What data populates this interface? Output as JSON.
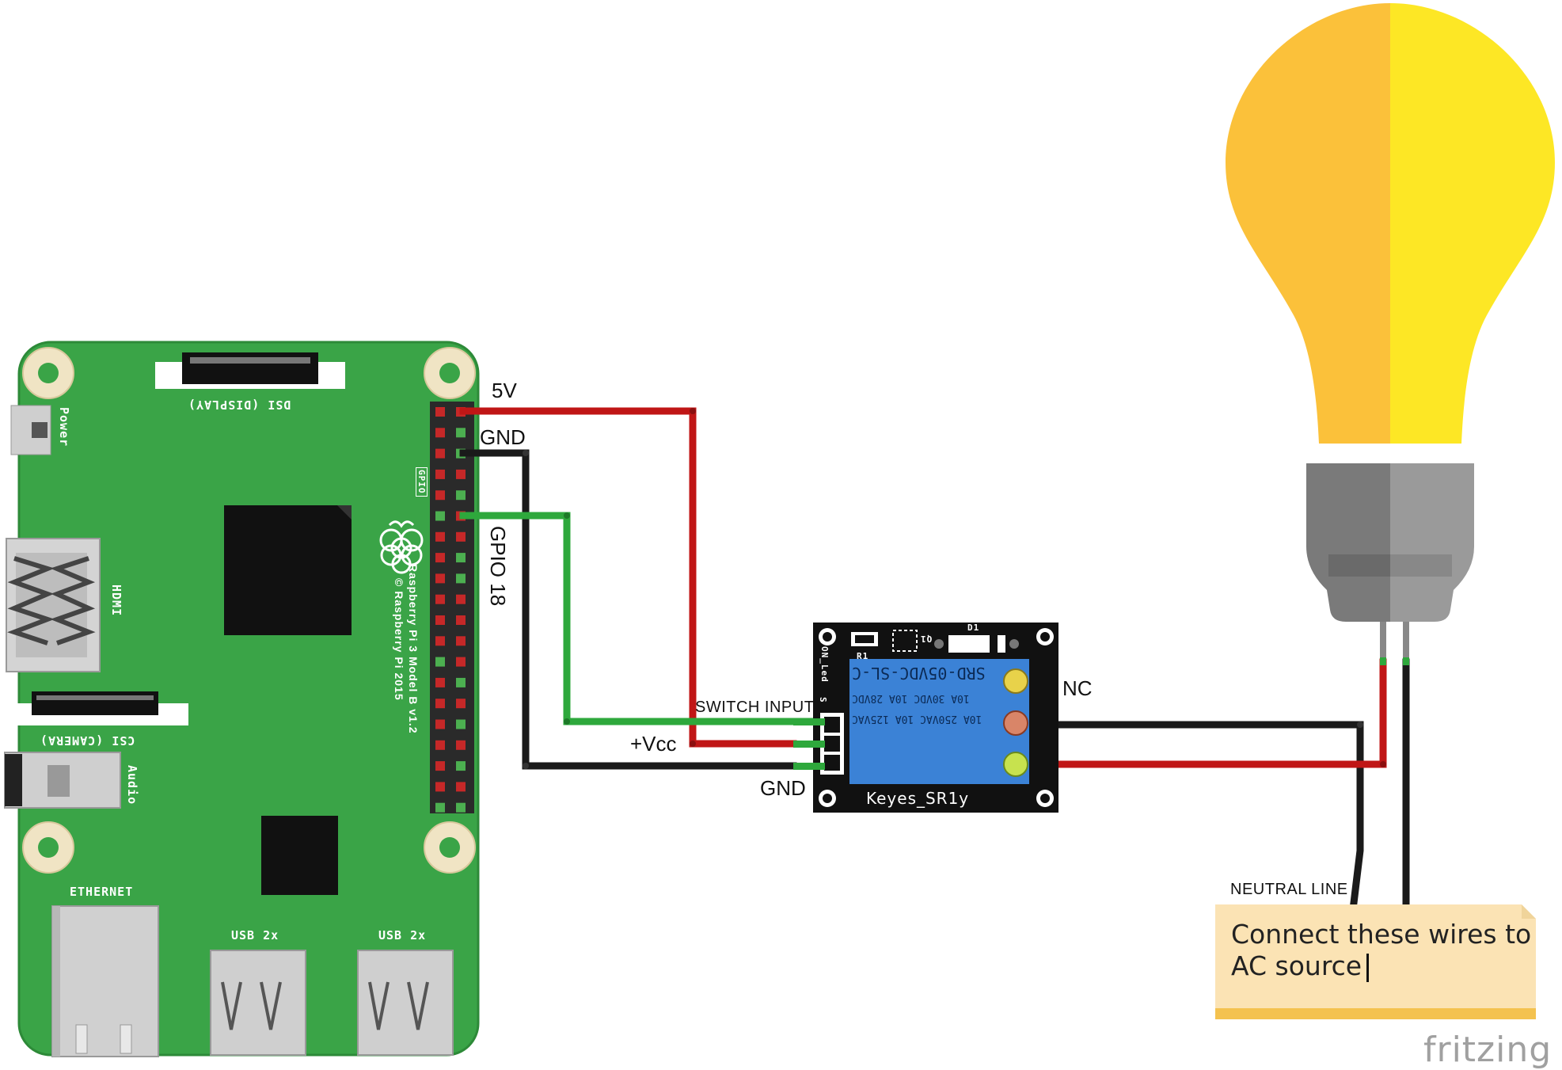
{
  "pi_board": {
    "dsi_label": "DSI (DISPLAY)",
    "power_label": "Power",
    "gpio_label": "GPIO",
    "hdmi_label": "HDMI",
    "csi_label": "CSI (CAMERA)",
    "audio_label": "Audio",
    "model_label": "Raspberry Pi 3 Model B v1.2",
    "copyright_label": "© Raspberry Pi 2015",
    "ethernet_label": "ETHERNET",
    "usb1_label": "USB 2x",
    "usb2_label": "USB 2x",
    "board_color": "#3aa447"
  },
  "wire_labels": {
    "five_v": "5V",
    "gnd_top": "GND",
    "gpio18": "GPIO 18",
    "switch_input": "SWITCH INPUT",
    "vcc": "+Vcc",
    "gnd_bottom": "GND",
    "nc": "NC",
    "neutral_line": "NEUTRAL LINE"
  },
  "relay": {
    "name": "Keyes_SR1y",
    "model_text": "SRD-05VDC-SL-C",
    "rating_line1": "10A 30VDC 10A 28VDC",
    "rating_line2": "10A 250VAC 10A 125VAC",
    "d1_label": "D1",
    "r1_label": "R1",
    "q1_label": "Q1",
    "on_led_label": "ON_Led",
    "s_label": "S",
    "body_color": "#3b82d6"
  },
  "note": {
    "line1": "Connect these wires to",
    "line2": "AC source"
  },
  "watermark": "fritzing",
  "colors": {
    "wire_red": "#c01616",
    "wire_black": "#1a1a1a",
    "wire_green": "#2ea83c",
    "bulb_left": "#fbc13a",
    "bulb_right": "#fde725"
  }
}
